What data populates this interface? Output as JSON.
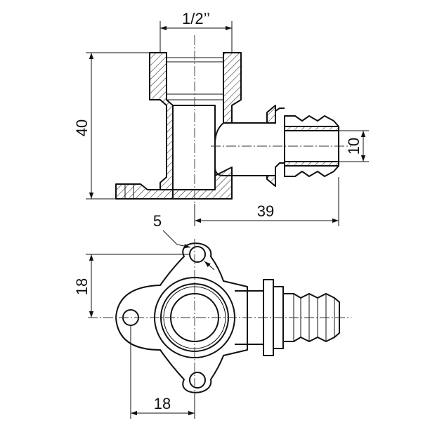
{
  "dimensions": {
    "thread": "1/2’’",
    "height": "40",
    "pipe": "10",
    "length": "39",
    "hole": "5",
    "hole_spacing_v": "18",
    "hole_spacing_h": "18"
  }
}
